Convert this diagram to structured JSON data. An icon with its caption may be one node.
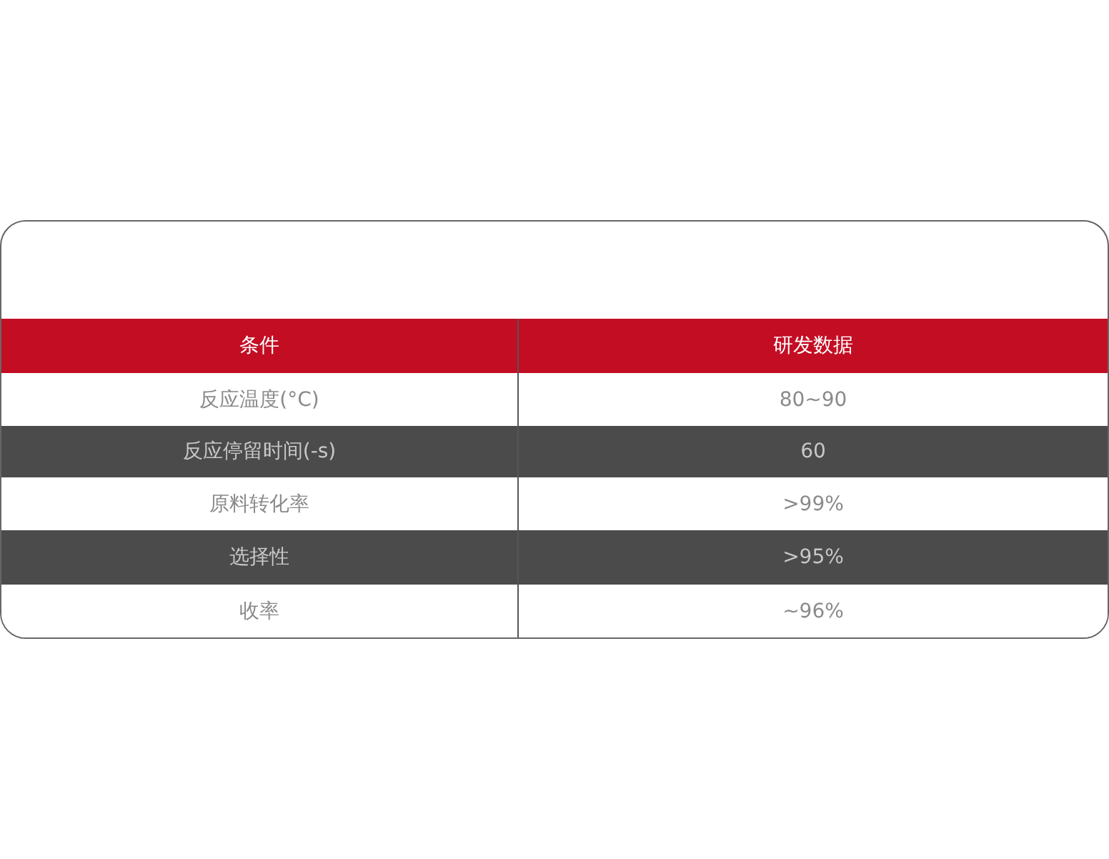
{
  "diagram": {
    "labels": [
      "条件",
      "研发数据",
      "反应温度(°C)",
      "80~90",
      "反应停留时间(-s)",
      "60",
      "原料转化率",
      ">99%",
      "选择性",
      ">95%",
      "收率",
      "~96%"
    ]
  }
}
